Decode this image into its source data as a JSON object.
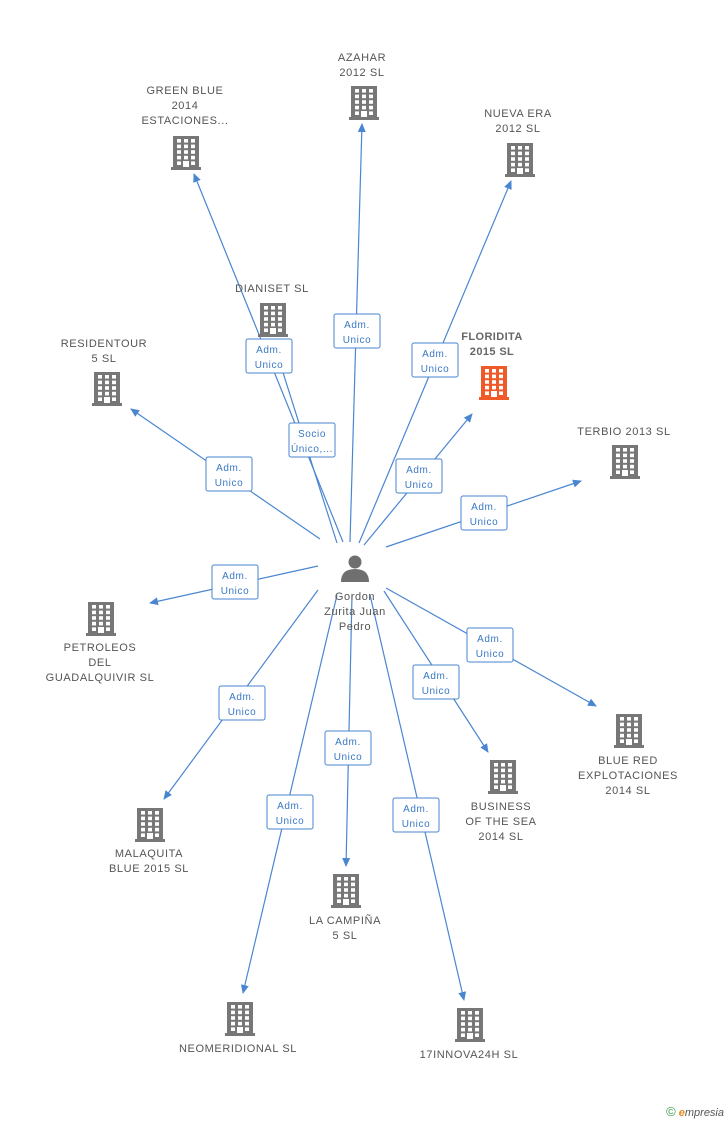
{
  "center": {
    "label_lines": [
      "Gordon",
      "Zurita Juan",
      "Pedro"
    ],
    "icon": "person-icon"
  },
  "colors": {
    "edge": "#4a86d0",
    "company_icon": "#777777",
    "focus_icon": "#f05a28",
    "person_icon": "#6f6f6f"
  },
  "nodes": [
    {
      "id": "azahar",
      "label_lines": [
        "AZAHAR",
        "2012 SL"
      ],
      "edge_label": [
        "Adm.",
        "Unico"
      ],
      "icon": "building-icon"
    },
    {
      "id": "green-blue",
      "label_lines": [
        "GREEN BLUE",
        "2014",
        "ESTACIONES..."
      ],
      "edge_label": [
        "Adm.",
        "Unico"
      ],
      "icon": "building-icon"
    },
    {
      "id": "nueva-era",
      "label_lines": [
        "NUEVA ERA",
        "2012 SL"
      ],
      "edge_label": [
        "Adm.",
        "Unico"
      ],
      "icon": "building-icon"
    },
    {
      "id": "dianiset",
      "label_lines": [
        "DIANISET SL"
      ],
      "edge_label": [
        "Socio",
        "Único,..."
      ],
      "icon": "building-icon"
    },
    {
      "id": "floridita",
      "label_lines": [
        "FLORIDITA",
        "2015  SL"
      ],
      "edge_label": [
        "Adm.",
        "Unico"
      ],
      "icon": "building-icon",
      "focus": true
    },
    {
      "id": "residentour",
      "label_lines": [
        "RESIDENTOUR",
        "5  SL"
      ],
      "edge_label": [
        "Adm.",
        "Unico"
      ],
      "icon": "building-icon"
    },
    {
      "id": "terbio",
      "label_lines": [
        "TERBIO 2013 SL"
      ],
      "edge_label": [
        "Adm.",
        "Unico"
      ],
      "icon": "building-icon"
    },
    {
      "id": "petroleos",
      "label_lines": [
        "PETROLEOS",
        "DEL",
        "GUADALQUIVIR SL"
      ],
      "edge_label": [
        "Adm.",
        "Unico"
      ],
      "icon": "building-icon"
    },
    {
      "id": "blue-red",
      "label_lines": [
        "BLUE RED",
        "EXPLOTACIONES",
        "2014  SL"
      ],
      "edge_label": [
        "Adm.",
        "Unico"
      ],
      "icon": "building-icon"
    },
    {
      "id": "business-sea",
      "label_lines": [
        "BUSINESS",
        "OF THE SEA",
        "2014  SL"
      ],
      "edge_label": [
        "Adm.",
        "Unico"
      ],
      "icon": "building-icon"
    },
    {
      "id": "malaquita",
      "label_lines": [
        "MALAQUITA",
        "BLUE 2015  SL"
      ],
      "edge_label": [
        "Adm.",
        "Unico"
      ],
      "icon": "building-icon"
    },
    {
      "id": "la-campina",
      "label_lines": [
        "LA CAMPIÑA",
        "5  SL"
      ],
      "edge_label": [
        "Adm.",
        "Unico"
      ],
      "icon": "building-icon"
    },
    {
      "id": "neomeridional",
      "label_lines": [
        "NEOMERIDIONAL SL"
      ],
      "edge_label": [
        "Adm.",
        "Unico"
      ],
      "icon": "building-icon"
    },
    {
      "id": "17innova",
      "label_lines": [
        "17INNOVA24H SL"
      ],
      "edge_label": [
        "Adm.",
        "Unico"
      ],
      "icon": "building-icon"
    }
  ],
  "footer": {
    "copyright": "©",
    "brand_initial": "e",
    "brand_rest": "mpresia"
  }
}
